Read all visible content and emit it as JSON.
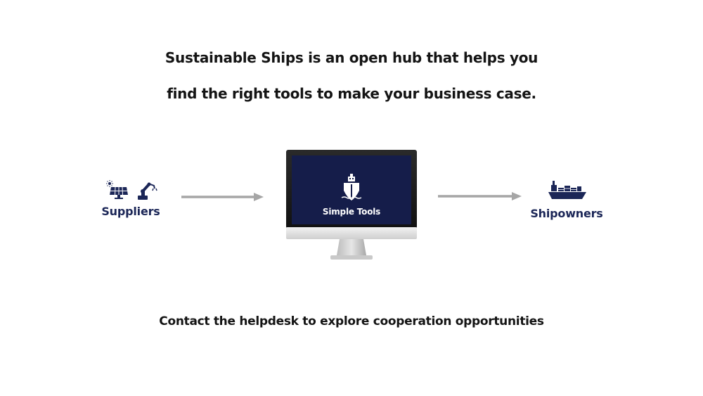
{
  "headline": {
    "line1": "Sustainable Ships is an open hub that helps you",
    "line2": "find the right tools to make your business case."
  },
  "diagram": {
    "suppliers_label": "Suppliers",
    "center_label": "Simple Tools",
    "shipowners_label": "Shipowners",
    "icons": {
      "suppliers": [
        "solar-panel-icon",
        "robot-arm-icon"
      ],
      "center": "ship-bow-icon",
      "shipowners": "cargo-ship-icon"
    }
  },
  "footer": {
    "text": "Contact the helpdesk to explore cooperation opportunities"
  },
  "colors": {
    "navy": "#1b2657",
    "arrow_gray": "#a6a6a6",
    "text": "#141414"
  }
}
